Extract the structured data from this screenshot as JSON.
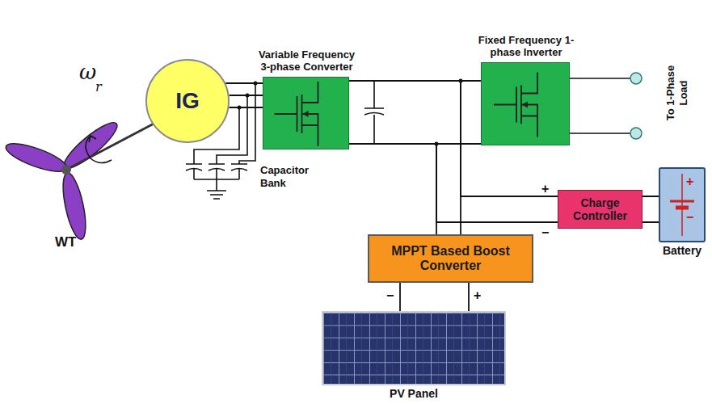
{
  "diagram": {
    "nodes": [
      {
        "text": [
          "IG"
        ]
      },
      {
        "text": [
          "Variable Frequency 3-phase Converter"
        ]
      },
      {
        "text": [
          "Fixed Frequency 1-phase Inverter"
        ]
      },
      {
        "text": [
          "Charge Controller"
        ]
      },
      {
        "text": [
          "Battery"
        ]
      },
      {
        "text": [
          "MPPT Based Boost Converter"
        ]
      },
      {
        "text": [
          "PV Panel"
        ]
      }
    ],
    "edges": [
      {
        "from": 0,
        "to": 1,
        "arrow": "none"
      },
      {
        "from": 1,
        "to": 2,
        "arrow": "none"
      },
      {
        "from": 1,
        "to": 3,
        "arrow": "none"
      },
      {
        "from": 1,
        "to": 5,
        "arrow": "none"
      },
      {
        "from": 3,
        "to": 4,
        "arrow": "none"
      },
      {
        "from": 5,
        "to": 6,
        "arrow": "none"
      }
    ],
    "labels": [
      "ω",
      "r",
      "WT",
      "Capacitor Bank",
      "To 1-Phase Load",
      "+",
      "−",
      "+",
      "−",
      "−",
      "+"
    ]
  }
}
